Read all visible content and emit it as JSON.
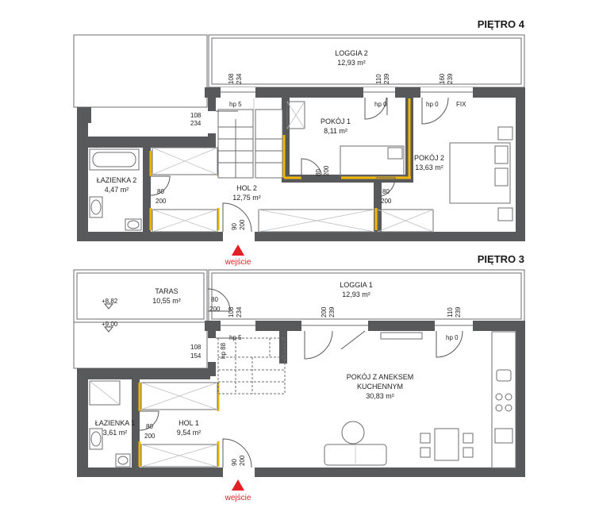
{
  "floors": [
    {
      "title": "PIĘTRO 4",
      "entrance": "wejście",
      "rooms": [
        {
          "name": "LOGGIA 2",
          "area": "12,93 m²"
        },
        {
          "name": "POKÓJ 1",
          "area": "8,11 m²"
        },
        {
          "name": "POKÓJ 2",
          "area": "13,63 m²"
        },
        {
          "name": "ŁAZIENKA 2",
          "area": "4,47 m²"
        },
        {
          "name": "HOL 2",
          "area": "12,75 m²"
        }
      ],
      "labels": {
        "win1": [
          "108",
          "234"
        ],
        "win2": [
          "110",
          "239"
        ],
        "win3": [
          "160",
          "239"
        ],
        "win4": [
          "108",
          "234"
        ],
        "hp_stairs": "hp 5",
        "hp_w2": "hp 0",
        "hp_w3": "hp 0",
        "fix": "FIX",
        "door_pok1": [
          "80",
          "200"
        ],
        "door_laz": [
          "80",
          "200"
        ],
        "door_pok2": [
          "80",
          "200"
        ],
        "door_entr": [
          "90",
          "200"
        ]
      }
    },
    {
      "title": "PIĘTRO 3",
      "entrance": "wejście",
      "rooms": [
        {
          "name": "TARAS",
          "area": "10,55 m²"
        },
        {
          "name": "LOGGIA 1",
          "area": "12,93 m²"
        },
        {
          "name": "POKÓJ Z ANEKSEM",
          "name2": "KUCHENNYM",
          "area": "30,83 m²"
        },
        {
          "name": "ŁAZIENKA 1",
          "area": "3,61 m²"
        },
        {
          "name": "HOL 1",
          "area": "9,54 m²"
        }
      ],
      "labels": {
        "lvl1": "+8,82",
        "lvl2": "+9,00",
        "door_taras": [
          "80",
          "200"
        ],
        "win1": [
          "108",
          "234"
        ],
        "win2": [
          "200",
          "239"
        ],
        "win3": [
          "110",
          "239"
        ],
        "win4": [
          "108",
          "154"
        ],
        "hp_stairs": "hp 5",
        "hp_stairs2": "hp 88",
        "hp_w3": "hp 0",
        "door_laz": [
          "80",
          "200"
        ],
        "door_entr": [
          "90",
          "200"
        ]
      }
    }
  ]
}
